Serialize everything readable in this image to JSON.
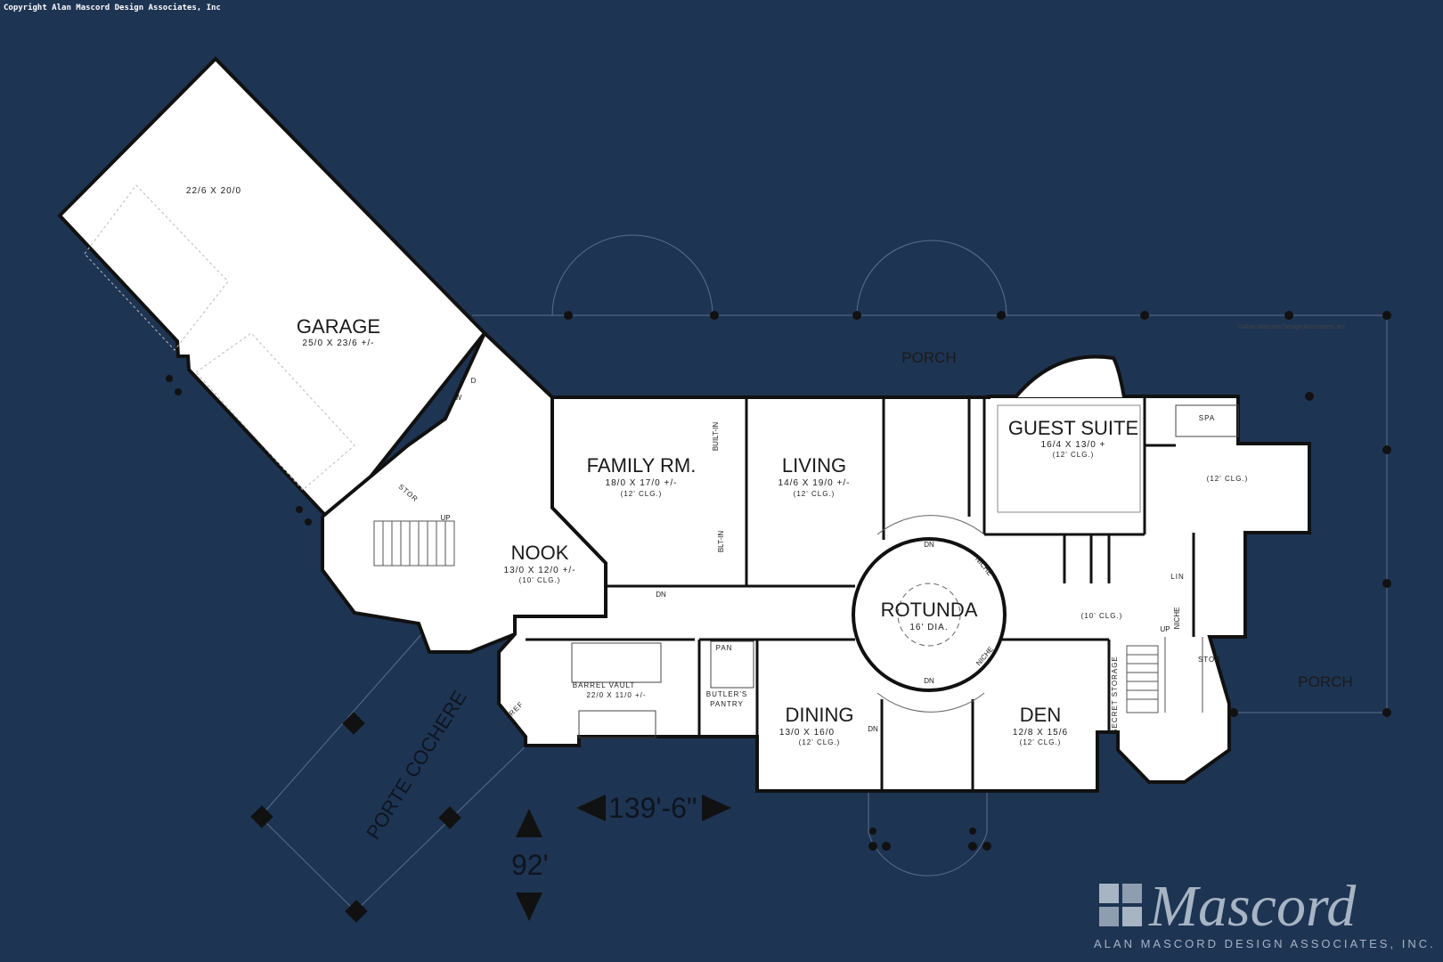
{
  "copyright": "Copyright Alan Mascord Design Associates, Inc",
  "small_copyright": "©Alan Mascord Design Associates, Inc",
  "rooms": {
    "garage": {
      "name": "GARAGE",
      "dim": "25/0 X 23/6 +/-"
    },
    "garage_bay": {
      "dim": "22/6 X 20/0"
    },
    "family": {
      "name": "FAMILY RM.",
      "dim": "18/0 X 17/0 +/-",
      "clg": "(12' CLG.)"
    },
    "living": {
      "name": "LIVING",
      "dim": "14/6 X 19/0 +/-",
      "clg": "(12' CLG.)"
    },
    "guest": {
      "name": "GUEST SUITE",
      "dim": "16/4 X 13/0 +",
      "clg": "(12' CLG.)"
    },
    "guest_bath": {
      "clg": "(12' CLG.)"
    },
    "nook": {
      "name": "NOOK",
      "dim": "13/0 X 12/0 +/-",
      "clg": "(10' CLG.)"
    },
    "rotunda": {
      "name": "ROTUNDA",
      "dim": "16' DIA."
    },
    "hall": {
      "clg": "(10' CLG.)"
    },
    "kitchen": {
      "label": "BARREL VAULT",
      "dim": "22/0 X 11/0 +/-"
    },
    "dining": {
      "name": "DINING",
      "dim": "13/0 X 16/0",
      "clg": "(12' CLG.)"
    },
    "den": {
      "name": "DEN",
      "dim": "12/8 X 15/6",
      "clg": "(12' CLG.)"
    }
  },
  "labels": {
    "porch_top": "PORCH",
    "porch_right": "PORCH",
    "porte_cochere": "PORTE COCHERE",
    "stor1": "STOR",
    "stor2": "STOR",
    "up1": "UP",
    "up2": "UP",
    "dn_family": "DN",
    "dn_rot_top": "DN",
    "dn_rot_bottom": "DN",
    "dn_dining": "DN",
    "niche1": "NICHE",
    "niche2": "NICHE",
    "niche3": "NICHE",
    "built_in": "BUILT-IN",
    "blt_in": "BLT-IN",
    "pan": "PAN",
    "butlers": "BUTLER'S",
    "pantry": "PANTRY",
    "ref": "REF",
    "spa": "SPA",
    "lin": "LIN",
    "secret_storage": "SECRET STORAGE",
    "wd_w": "W",
    "wd_d": "D"
  },
  "dimensions": {
    "width": "139'-6\"",
    "depth": "92'"
  },
  "logo": {
    "name": "Mascord",
    "company": "ALAN MASCORD DESIGN ASSOCIATES, INC."
  },
  "colors": {
    "background": "#1e3453",
    "floor": "#ffffff",
    "wall": "#111111",
    "logo": "#a7b4c4"
  }
}
